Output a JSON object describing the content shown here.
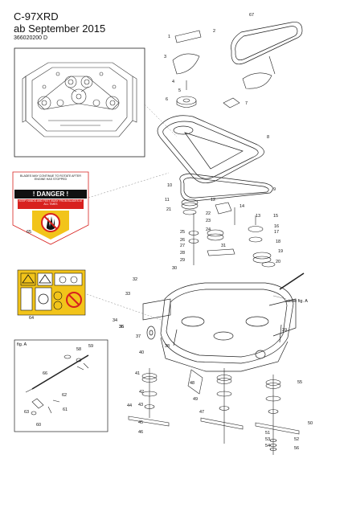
{
  "header": {
    "model": "C-97XRD",
    "date_line": "ab September 2015",
    "part_number": "366020200 D"
  },
  "danger_decal": {
    "top_text": "BLADES MAY CONTINUE TO ROTATE AFTER ENGINE HAS STOPPED",
    "headline": "! DANGER !",
    "bottom_text": "KEEP HANDS AND FEET AWAY FROM BLADES AT ALL TIMES",
    "callout": "65"
  },
  "warning_decal": {
    "callout": "64"
  },
  "detail_a": {
    "label": "fig. A",
    "reference": "siehe fig. A"
  },
  "callouts": [
    "1",
    "2",
    "3",
    "4",
    "5",
    "6",
    "7",
    "8",
    "9",
    "10",
    "11",
    "12",
    "13",
    "14",
    "15",
    "16",
    "17",
    "18",
    "19",
    "20",
    "21",
    "22",
    "23",
    "24",
    "25",
    "26",
    "27",
    "28",
    "29",
    "30",
    "31",
    "32",
    "33",
    "34",
    "35",
    "36",
    "37",
    "38",
    "39",
    "40",
    "41",
    "42",
    "43",
    "44",
    "45",
    "46",
    "47",
    "48",
    "49",
    "50",
    "51",
    "52",
    "53",
    "54",
    "55",
    "56",
    "58",
    "59",
    "60",
    "61",
    "62",
    "63",
    "66",
    "67"
  ],
  "colors": {
    "line": "#222222",
    "danger_red": "#d8211e",
    "decal_yellow": "#f2c41a",
    "ghost_leader": "#888888"
  }
}
